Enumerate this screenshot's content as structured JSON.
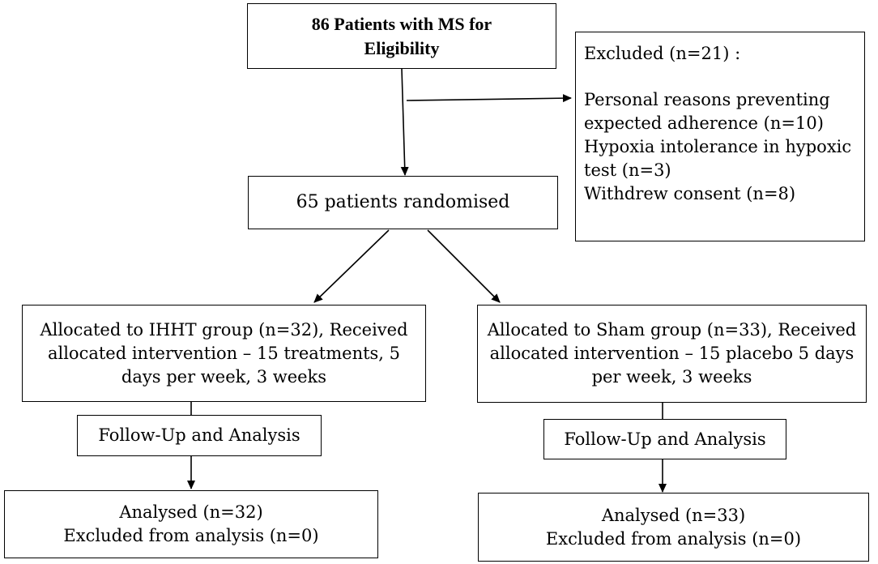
{
  "eligibility": {
    "line1": "86 Patients with MS for",
    "line2": "Eligibility"
  },
  "excluded": {
    "title": "Excluded (n=21) :",
    "lines": [
      "Personal reasons preventing",
      "expected adherence (n=10)",
      "Hypoxia intolerance in hypoxic",
      "test (n=3)",
      "Withdrew consent (n=8)"
    ]
  },
  "randomised": "65 patients randomised",
  "ihht": {
    "lines": [
      "Allocated to IHHT group (n=32), Received",
      "allocated intervention – 15 treatments, 5",
      "days per week, 3 weeks"
    ],
    "followup": "Follow-Up and Analysis",
    "analysed": "Analysed (n=32)",
    "excluded_analysis": "Excluded from analysis (n=0)"
  },
  "sham": {
    "lines": [
      "Allocated to Sham group (n=33), Received",
      "allocated intervention – 15 placebo 5 days",
      "per week, 3 weeks"
    ],
    "followup": "Follow-Up and Analysis",
    "analysed": "Analysed (n=33)",
    "excluded_analysis": "Excluded from analysis (n=0)"
  }
}
